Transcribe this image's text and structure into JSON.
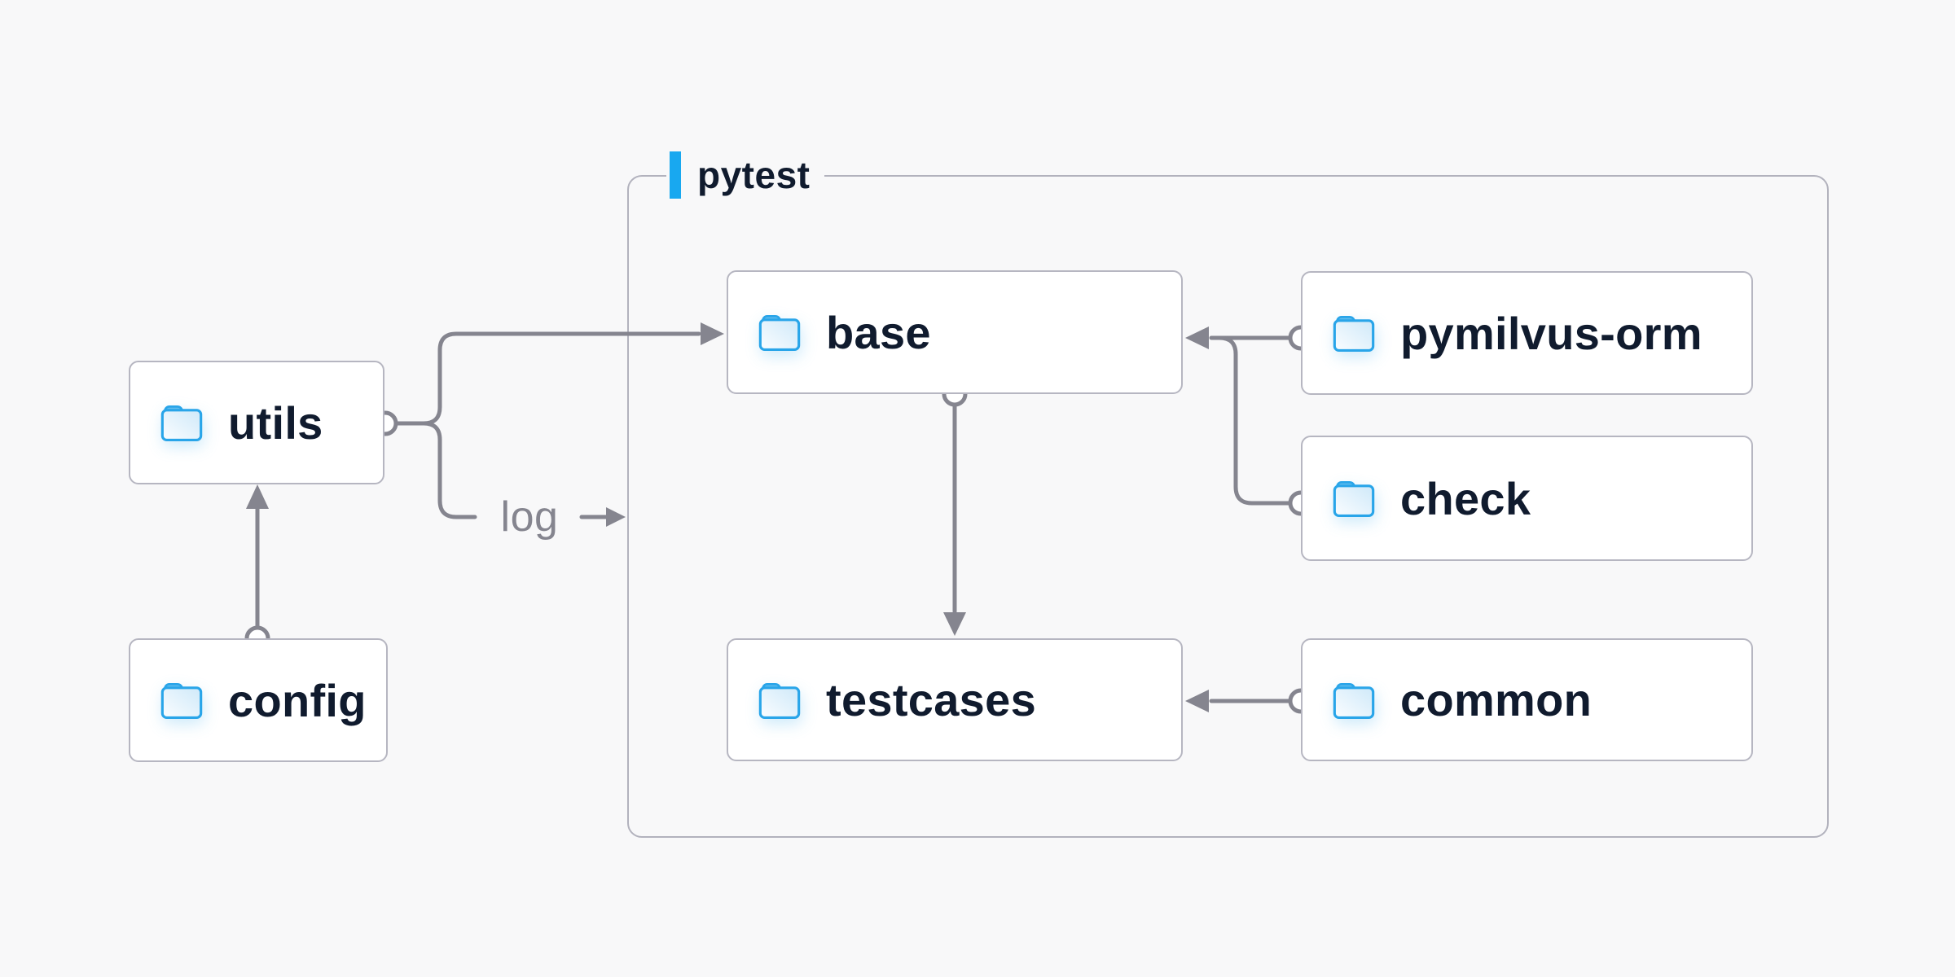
{
  "group": {
    "label": "pytest",
    "accent_color": "#18a8f0"
  },
  "nodes": {
    "utils": {
      "label": "utils",
      "icon": "folder-icon"
    },
    "config": {
      "label": "config",
      "icon": "folder-icon"
    },
    "base": {
      "label": "base",
      "icon": "folder-icon"
    },
    "pymilvus_orm": {
      "label": "pymilvus-orm",
      "icon": "folder-icon"
    },
    "check": {
      "label": "check",
      "icon": "folder-icon"
    },
    "testcases": {
      "label": "testcases",
      "icon": "folder-icon"
    },
    "common": {
      "label": "common",
      "icon": "folder-icon"
    }
  },
  "edges": [
    {
      "from": "config",
      "to": "utils"
    },
    {
      "from": "utils",
      "to": "base"
    },
    {
      "from": "utils",
      "to": "pytest-group",
      "label": "log"
    },
    {
      "from": "pymilvus-orm",
      "to": "base"
    },
    {
      "from": "check",
      "to": "base"
    },
    {
      "from": "base",
      "to": "testcases"
    },
    {
      "from": "common",
      "to": "testcases"
    }
  ],
  "colors": {
    "background": "#f8f8f9",
    "connector": "#85858f",
    "node_border": "#b6b6c1",
    "node_background": "#ffffff",
    "group_border": "#b2b2bd",
    "label_text": "#101b2e",
    "edge_label_text": "#85858f",
    "folder_blue": "#29a5e9",
    "accent_blue": "#18a8f0"
  }
}
